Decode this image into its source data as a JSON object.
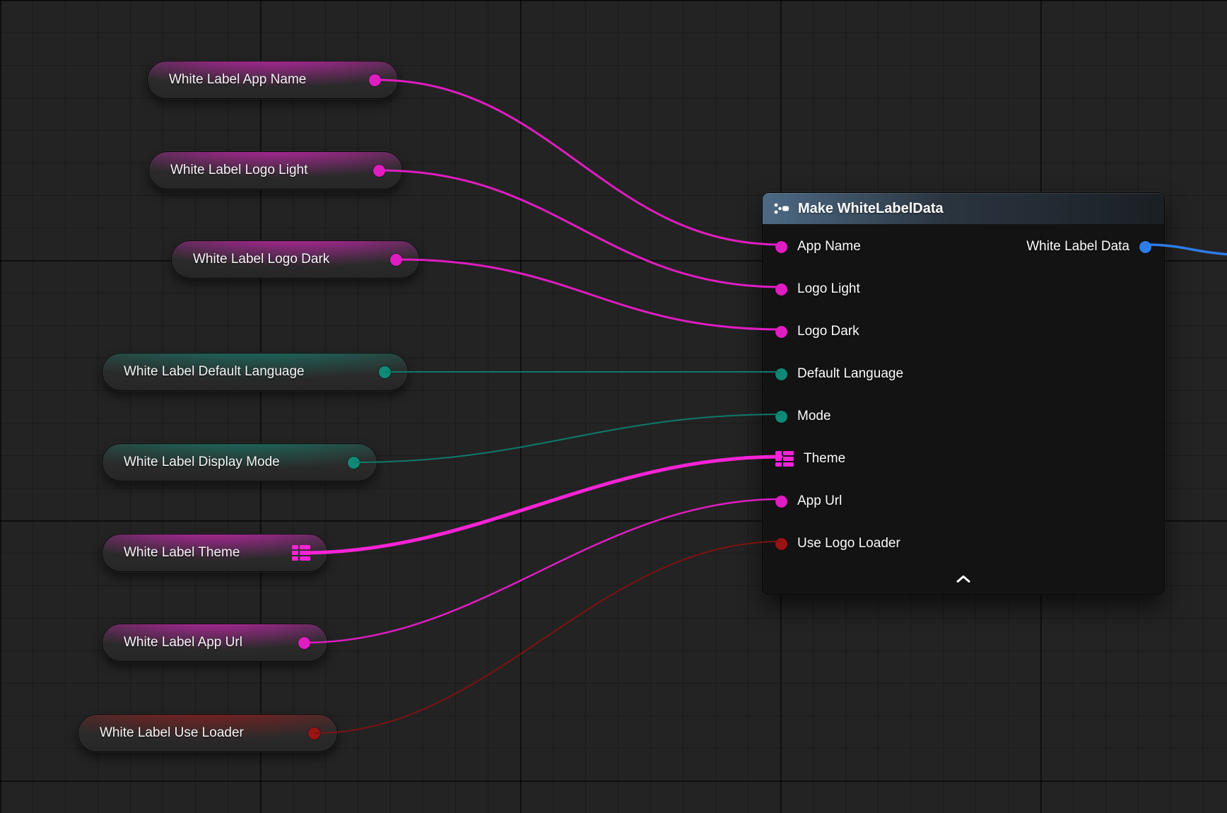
{
  "palette": {
    "pink": "#df1dc1",
    "pink_bright": "#f723d6",
    "teal": "#0e8a77",
    "teal_wire": "#0e7a6a",
    "red": "#9a1414",
    "red_wire": "#7e1212",
    "blue": "#2e7ce8",
    "header_left": "#4d6a85",
    "canvas_bg": "#232323",
    "node_bg": "#131313"
  },
  "getters": [
    {
      "label": "White Label App Name",
      "pin": "magenta"
    },
    {
      "label": "White Label Logo Light",
      "pin": "magenta"
    },
    {
      "label": "White Label Logo Dark",
      "pin": "magenta"
    },
    {
      "label": "White Label Default Language",
      "pin": "teal"
    },
    {
      "label": "White Label Display Mode",
      "pin": "teal"
    },
    {
      "label": "White Label Theme",
      "pin": "struct-magenta"
    },
    {
      "label": "White Label App Url",
      "pin": "magenta"
    },
    {
      "label": "White Label Use Loader",
      "pin": "red"
    }
  ],
  "make_node": {
    "title": "Make WhiteLabelData",
    "inputs": [
      {
        "label": "App Name",
        "pin": "magenta"
      },
      {
        "label": "Logo Light",
        "pin": "magenta"
      },
      {
        "label": "Logo Dark",
        "pin": "magenta"
      },
      {
        "label": "Default Language",
        "pin": "teal"
      },
      {
        "label": "Mode",
        "pin": "teal"
      },
      {
        "label": "Theme",
        "pin": "struct-magenta"
      },
      {
        "label": "App Url",
        "pin": "magenta"
      },
      {
        "label": "Use Logo Loader",
        "pin": "red"
      }
    ],
    "output": {
      "label": "White Label Data",
      "pin": "blue"
    }
  },
  "icons": {
    "header": "make-struct-icon",
    "collapse": "chevron-up-icon",
    "struct_pin": "struct-grid-icon"
  }
}
